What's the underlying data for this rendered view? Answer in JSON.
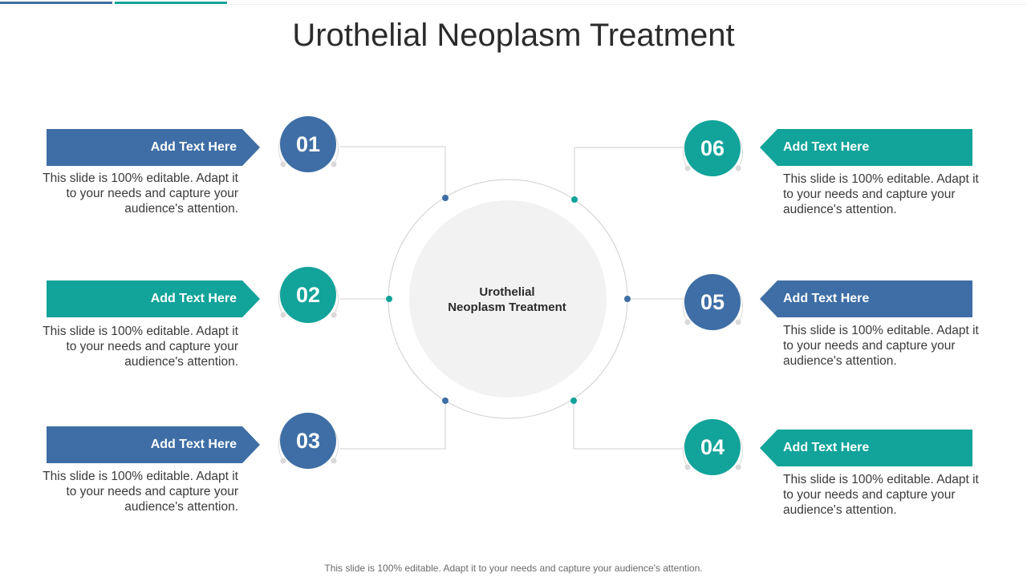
{
  "title": "Urothelial Neoplasm Treatment",
  "center": {
    "line1": "Urothelial",
    "line2": "Neoplasm Treatment"
  },
  "colors": {
    "blue": "#3e6ea5",
    "teal": "#12a39a",
    "center_fill": "#f2f2f2",
    "line": "#cfcfcf"
  },
  "items": [
    {
      "number": "01",
      "label": "Add Text Here",
      "description": "This slide is 100% editable. Adapt it to your needs and capture your audience's attention."
    },
    {
      "number": "02",
      "label": "Add Text Here",
      "description": "This slide is 100% editable. Adapt it to your needs and capture your audience's attention."
    },
    {
      "number": "03",
      "label": "Add Text Here",
      "description": "This slide is 100% editable. Adapt it to your needs and capture your audience's attention."
    },
    {
      "number": "04",
      "label": "Add Text Here",
      "description": "This slide is 100% editable. Adapt it to your needs and capture your audience's attention."
    },
    {
      "number": "05",
      "label": "Add Text Here",
      "description": "This slide is 100% editable. Adapt it to your needs and capture your audience's attention."
    },
    {
      "number": "06",
      "label": "Add Text Here",
      "description": "This slide is 100% editable. Adapt it to your needs and capture your audience's attention."
    }
  ],
  "footer": "This slide is 100% editable. Adapt it to your needs and capture your audience's attention."
}
